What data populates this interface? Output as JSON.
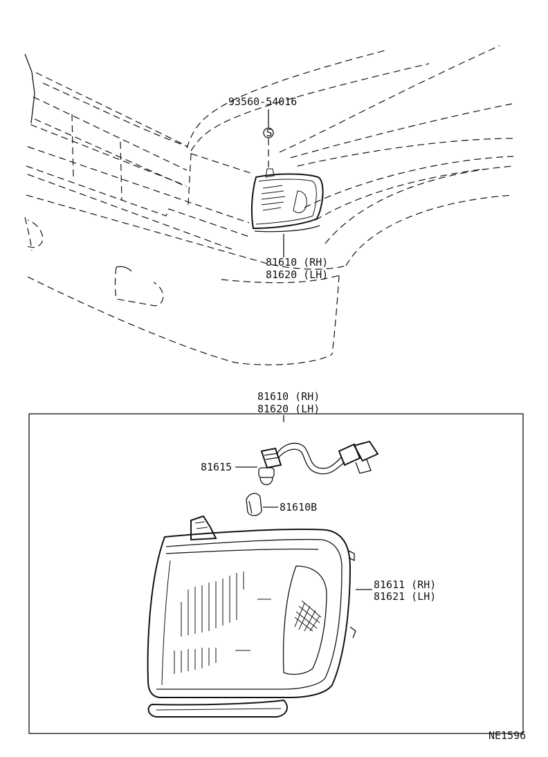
{
  "diagram_id": "NE1596",
  "callouts": {
    "bolt": "93560-54016",
    "bolt_symbol": "S",
    "lamp_top_rh": "81610 (RH)",
    "lamp_top_lh": "81620 (LH)",
    "box_rh": "81610 (RH)",
    "box_lh": "81620 (LH)",
    "socket": "81615",
    "bulb": "81610B",
    "lens_rh": "81611 (RH)",
    "lens_lh": "81621 (LH)"
  }
}
